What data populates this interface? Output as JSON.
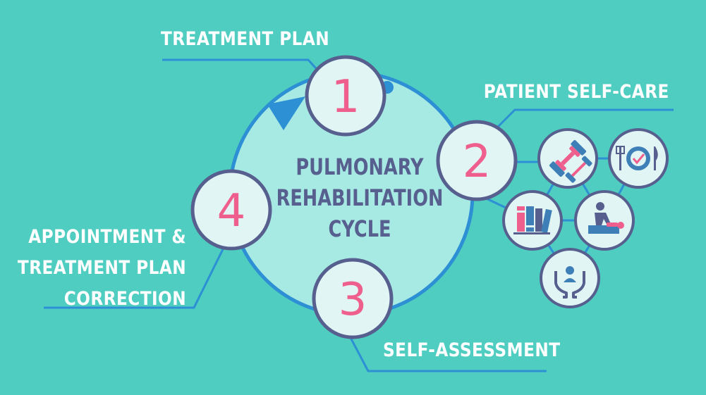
{
  "title": "PULMONARY REHABILITATION CYCLE",
  "title_lines": [
    "PULMONARY",
    "REHABILITATION",
    "CYCLE"
  ],
  "steps": [
    {
      "number": "1",
      "label": "TREATMENT PLAN"
    },
    {
      "number": "2",
      "label": "PATIENT SELF-CARE"
    },
    {
      "number": "3",
      "label": "SELF-ASSESSMENT"
    },
    {
      "number": "4",
      "label_lines": [
        "APPOINTMENT &",
        "TREATMENT PLAN",
        "CORRECTION"
      ]
    }
  ],
  "self_care_icons": [
    "dumbbell-icon",
    "healthy-meal-icon",
    "books-icon",
    "massage-therapy-icon",
    "caring-hands-icon"
  ],
  "colors": {
    "background": "#4ecdc0",
    "cycle_fill": "#a7eae3",
    "cycle_stroke": "#2d8fd4",
    "node_fill": "#e1f6f4",
    "node_stroke": "#575f8f",
    "number": "#ee5f8e",
    "text_dark": "#575f8f",
    "text_light": "#ffffff"
  }
}
